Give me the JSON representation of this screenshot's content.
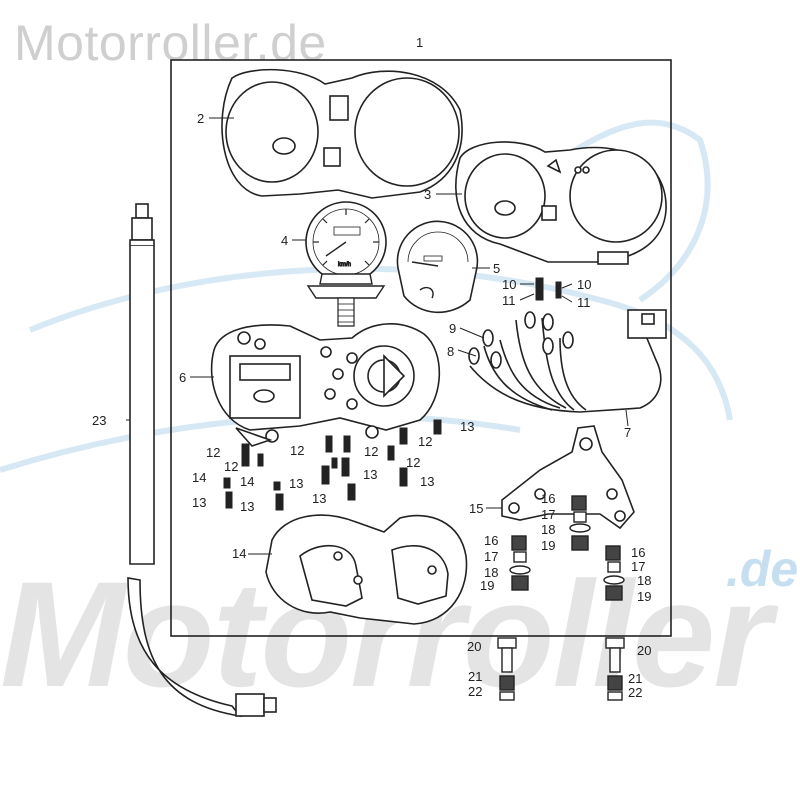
{
  "watermark": {
    "top_text": "Motorroller.de",
    "large_text": "Motorroller",
    "suffix_text": ".de",
    "color_gray": "#cfcfcf",
    "color_blue": "#c6dff0"
  },
  "diagram": {
    "outline_color": "#222222",
    "gauge_speed_text": "km/h",
    "callouts": [
      {
        "id": "c1",
        "label": "1"
      },
      {
        "id": "c2",
        "label": "2"
      },
      {
        "id": "c3",
        "label": "3"
      },
      {
        "id": "c4",
        "label": "4"
      },
      {
        "id": "c5",
        "label": "5"
      },
      {
        "id": "c6",
        "label": "6"
      },
      {
        "id": "c7",
        "label": "7"
      },
      {
        "id": "c8",
        "label": "8"
      },
      {
        "id": "c9",
        "label": "9"
      },
      {
        "id": "c10a",
        "label": "10"
      },
      {
        "id": "c10b",
        "label": "10"
      },
      {
        "id": "c11a",
        "label": "11"
      },
      {
        "id": "c11b",
        "label": "11"
      },
      {
        "id": "c12a",
        "label": "12"
      },
      {
        "id": "c12b",
        "label": "12"
      },
      {
        "id": "c12c",
        "label": "12"
      },
      {
        "id": "c12d",
        "label": "12"
      },
      {
        "id": "c12e",
        "label": "12"
      },
      {
        "id": "c12f",
        "label": "12"
      },
      {
        "id": "c13a",
        "label": "13"
      },
      {
        "id": "c13b",
        "label": "13"
      },
      {
        "id": "c13c",
        "label": "13"
      },
      {
        "id": "c13d",
        "label": "13"
      },
      {
        "id": "c13e",
        "label": "13"
      },
      {
        "id": "c13f",
        "label": "13"
      },
      {
        "id": "c14a",
        "label": "14"
      },
      {
        "id": "c14b",
        "label": "14"
      },
      {
        "id": "c14c",
        "label": "14"
      },
      {
        "id": "c15",
        "label": "15"
      },
      {
        "id": "c16a",
        "label": "16"
      },
      {
        "id": "c16b",
        "label": "16"
      },
      {
        "id": "c16c",
        "label": "16"
      },
      {
        "id": "c17a",
        "label": "17"
      },
      {
        "id": "c17b",
        "label": "17"
      },
      {
        "id": "c17c",
        "label": "17"
      },
      {
        "id": "c18a",
        "label": "18"
      },
      {
        "id": "c18b",
        "label": "18"
      },
      {
        "id": "c18c",
        "label": "18"
      },
      {
        "id": "c19a",
        "label": "19"
      },
      {
        "id": "c19b",
        "label": "19"
      },
      {
        "id": "c19c",
        "label": "19"
      },
      {
        "id": "c20a",
        "label": "20"
      },
      {
        "id": "c20b",
        "label": "20"
      },
      {
        "id": "c21a",
        "label": "21"
      },
      {
        "id": "c21b",
        "label": "21"
      },
      {
        "id": "c22a",
        "label": "22"
      },
      {
        "id": "c22b",
        "label": "22"
      },
      {
        "id": "c23",
        "label": "23"
      }
    ]
  }
}
